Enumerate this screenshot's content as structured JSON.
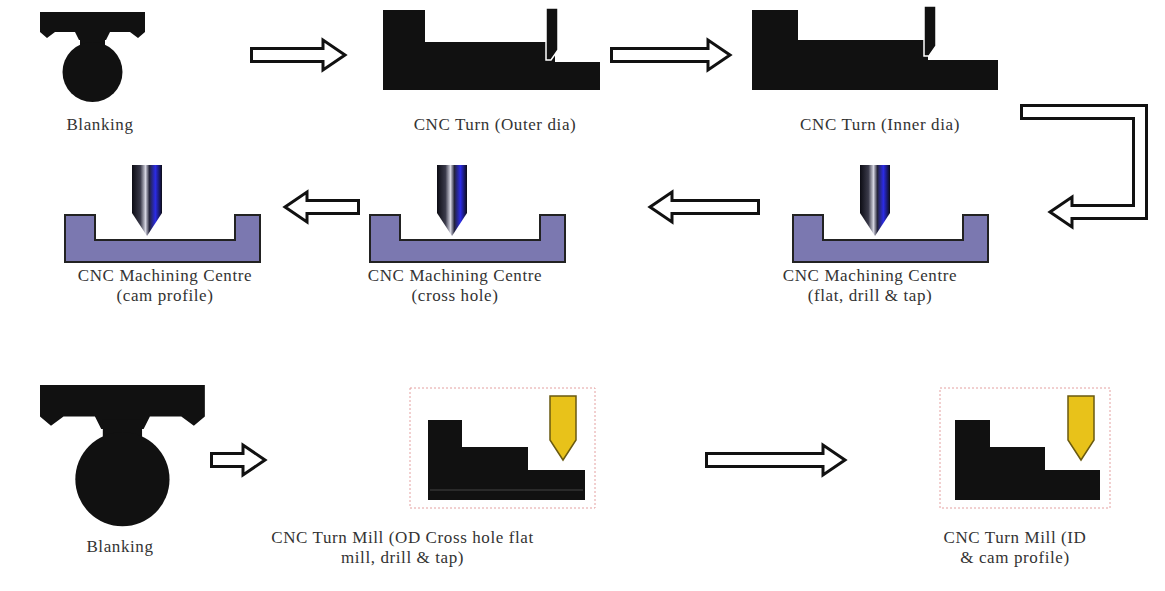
{
  "diagram": {
    "nodes": [
      {
        "text": [
          "Blanking"
        ]
      },
      {
        "text": [
          "CNC Turn (Outer dia)"
        ]
      },
      {
        "text": [
          "CNC Turn (Inner dia)"
        ]
      },
      {
        "text": [
          "CNC Machining Centre (cam profile)"
        ]
      },
      {
        "text": [
          "CNC Machining Centre (cross hole)"
        ]
      },
      {
        "text": [
          "CNC Machining Centre (flat, drill & tap)"
        ]
      },
      {
        "text": [
          "Blanking"
        ]
      },
      {
        "text": [
          "CNC Turn Mill (OD Cross hole flat mill, drill & tap)"
        ]
      },
      {
        "text": [
          "CNC Turn Mill (ID & cam profile)"
        ]
      }
    ],
    "edges": [
      {
        "from": 0,
        "to": 1,
        "arrow": "to"
      },
      {
        "from": 1,
        "to": 2,
        "arrow": "to"
      },
      {
        "from": 2,
        "to": 5,
        "arrow": "to"
      },
      {
        "from": 5,
        "to": 4,
        "arrow": "to"
      },
      {
        "from": 4,
        "to": 3,
        "arrow": "to"
      },
      {
        "from": 6,
        "to": 7,
        "arrow": "to"
      },
      {
        "from": 7,
        "to": 8,
        "arrow": "to"
      }
    ]
  }
}
